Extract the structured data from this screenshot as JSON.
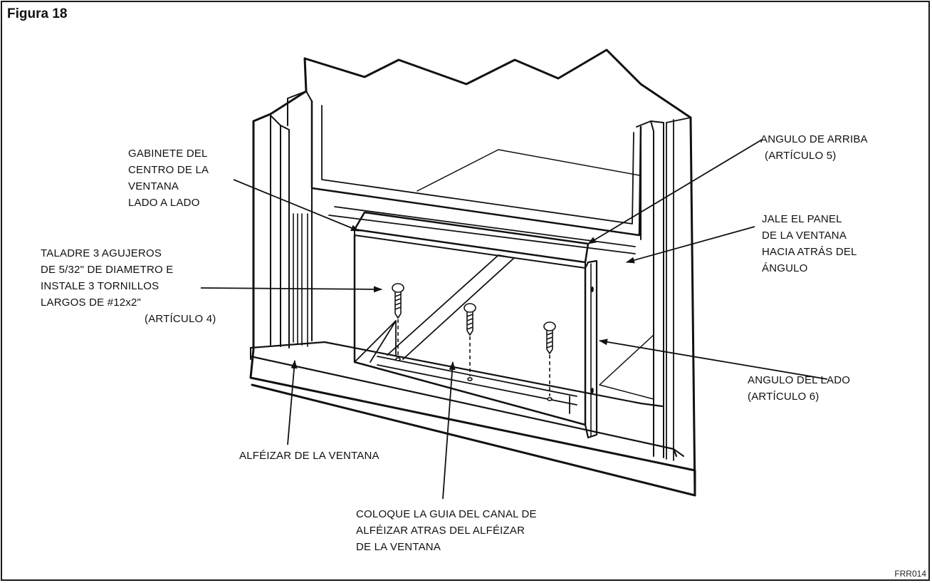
{
  "figure": {
    "title": "Figura 18",
    "code": "FRR014"
  },
  "labels": {
    "cabinet_center": [
      "GABINETE DEL",
      "CENTRO DE LA",
      "VENTANA",
      "LADO A LADO"
    ],
    "drill_holes": [
      "TALADRE 3 AGUJEROS",
      "DE 5/32\" DE DIAMETRO E",
      "INSTALE 3 TORNILLOS",
      "LARGOS DE #12x2\"",
      "(ARTÍCULO 4)"
    ],
    "top_angle": [
      "ANGULO DE ARRIBA",
      "(ARTÍCULO 5)"
    ],
    "pull_panel": [
      "JALE EL PANEL",
      "DE LA VENTANA",
      "HACIA ATRÁS DEL",
      "ÁNGULO"
    ],
    "side_angle": [
      "ANGULO DEL LADO",
      "(ARTÍCULO 6)"
    ],
    "window_sill": [
      "ALFÉIZAR DE LA VENTANA"
    ],
    "sill_channel": [
      "COLOQUE LA GUIA DEL CANAL DE",
      "ALFÉIZAR ATRAS DEL ALFÉIZAR",
      "DE LA VENTANA"
    ]
  }
}
